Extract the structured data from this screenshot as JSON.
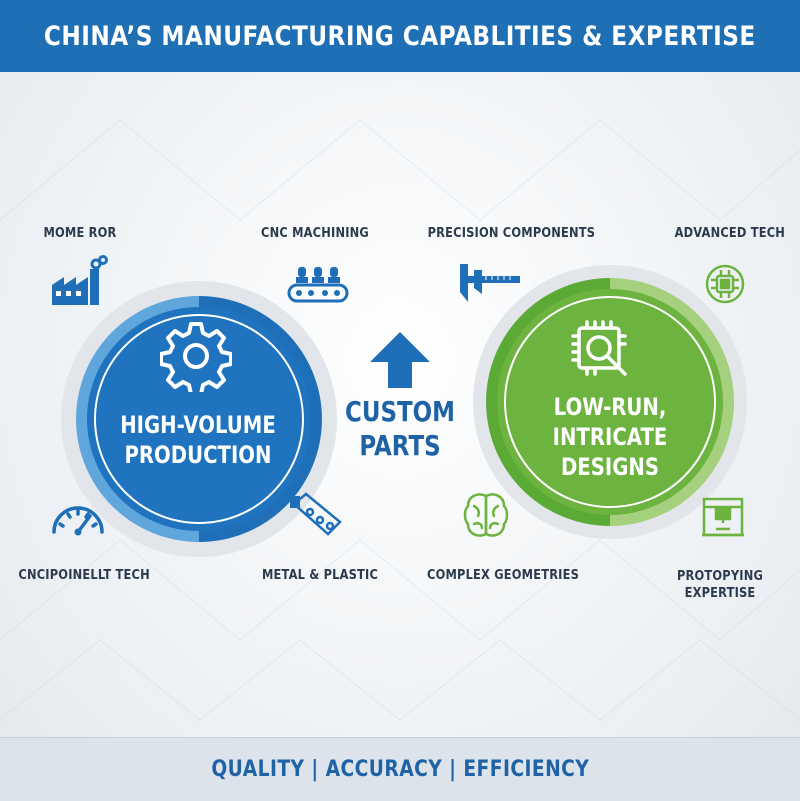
{
  "header": {
    "title": "CHINA’S MANUFACTURING CAPABLITIES & EXPERTISE"
  },
  "footer": {
    "tagline": "QUALITY | ACCURACY | EFFICIENCY"
  },
  "left_circle": {
    "line1": "HIGH-VOLUME",
    "line2": "PRODUCTION",
    "icon": "gear-icon",
    "color": "#1f73bf"
  },
  "right_circle": {
    "line1": "LOW-RUN,",
    "line2": "INTRICATE",
    "line3": "DESIGNS",
    "icon": "chip-magnifier-icon",
    "color": "#6cb33f"
  },
  "center": {
    "line1": "CUSTOM",
    "line2": "PARTS",
    "icon": "up-arrow-icon"
  },
  "features": {
    "mome_ror": {
      "label": "MOME ROR",
      "icon": "factory-icon"
    },
    "cnc_machining": {
      "label": "CNC MACHINING",
      "icon": "conveyor-icon"
    },
    "precision_components": {
      "label": "PRECISION COMPONENTS",
      "icon": "caliper-icon"
    },
    "advanced_tech": {
      "label": "ADVANCED TECH",
      "icon": "chip-icon"
    },
    "cnc_pointellt": {
      "label": "CNCIPOINELLT TECH",
      "icon": "gauge-icon"
    },
    "metal_plastic": {
      "label": "METAL & PLASTIC",
      "icon": "machine-part-icon"
    },
    "complex_geometries": {
      "label": "COMPLEX GEOMETRIES",
      "icon": "brain-icon"
    },
    "protopying": {
      "line1": "PROTOPYING",
      "line2": "EXPERTISE",
      "icon": "3d-printer-icon"
    }
  }
}
